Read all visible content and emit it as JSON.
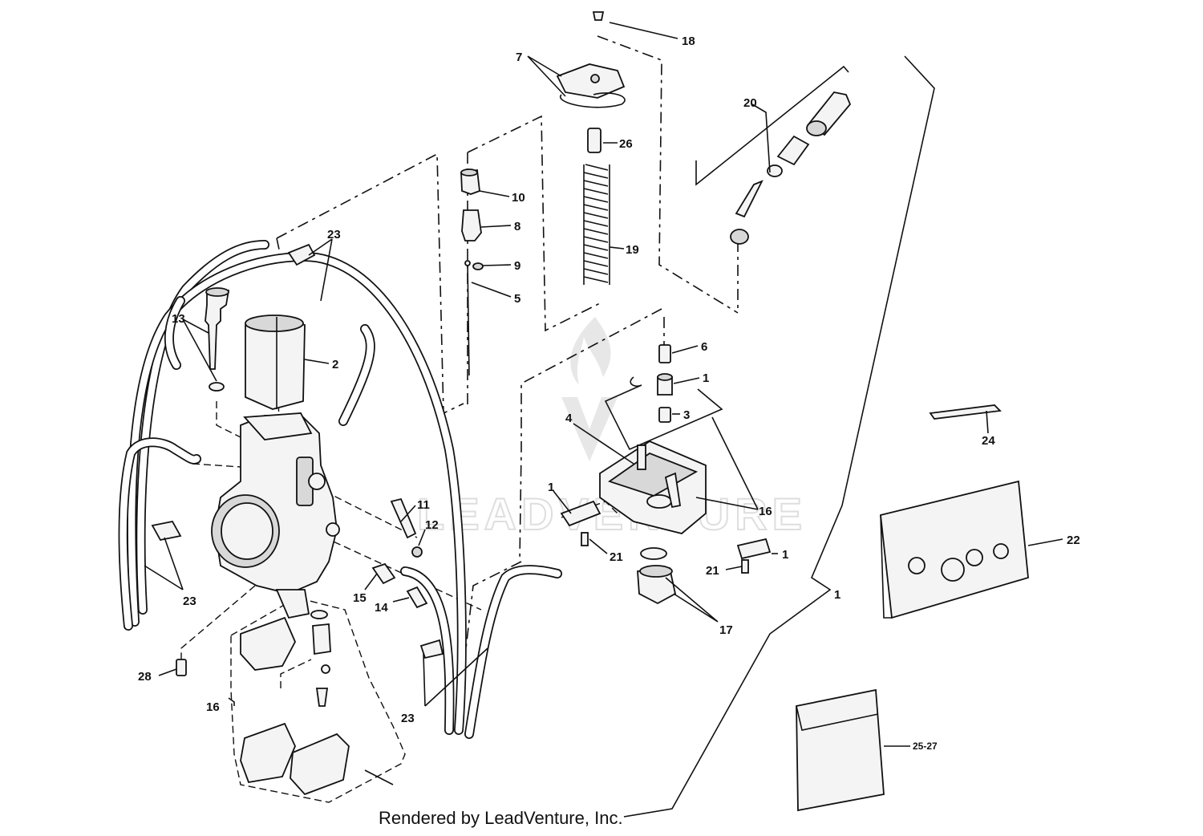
{
  "diagram": {
    "callouts": [
      {
        "id": "c18",
        "label": "18"
      },
      {
        "id": "c7",
        "label": "7"
      },
      {
        "id": "c26",
        "label": "26"
      },
      {
        "id": "c20",
        "label": "20"
      },
      {
        "id": "c10",
        "label": "10"
      },
      {
        "id": "c8",
        "label": "8"
      },
      {
        "id": "c19",
        "label": "19"
      },
      {
        "id": "c9",
        "label": "9"
      },
      {
        "id": "c5",
        "label": "5"
      },
      {
        "id": "c23a",
        "label": "23"
      },
      {
        "id": "c13",
        "label": "13"
      },
      {
        "id": "c2",
        "label": "2"
      },
      {
        "id": "c6",
        "label": "6"
      },
      {
        "id": "c1a",
        "label": "1"
      },
      {
        "id": "c3",
        "label": "3"
      },
      {
        "id": "c4",
        "label": "4"
      },
      {
        "id": "c16a",
        "label": "16"
      },
      {
        "id": "c24",
        "label": "24"
      },
      {
        "id": "c11",
        "label": "11"
      },
      {
        "id": "c12",
        "label": "12"
      },
      {
        "id": "c1b",
        "label": "1"
      },
      {
        "id": "c21a",
        "label": "21"
      },
      {
        "id": "c1c",
        "label": "1"
      },
      {
        "id": "c21b",
        "label": "21"
      },
      {
        "id": "c22",
        "label": "22"
      },
      {
        "id": "c23b",
        "label": "23"
      },
      {
        "id": "c15",
        "label": "15"
      },
      {
        "id": "c14",
        "label": "14"
      },
      {
        "id": "c1d",
        "label": "1"
      },
      {
        "id": "c17",
        "label": "17"
      },
      {
        "id": "c28",
        "label": "28"
      },
      {
        "id": "c16b",
        "label": "16"
      },
      {
        "id": "c23c",
        "label": "23"
      },
      {
        "id": "c2527",
        "label": "25-27"
      }
    ],
    "watermark_text": "LEADVENTURE",
    "footer_text": "Rendered by LeadVenture, Inc."
  }
}
